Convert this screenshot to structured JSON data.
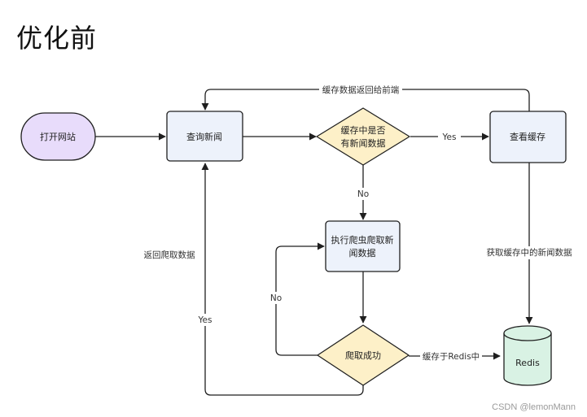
{
  "title": "优化前",
  "colors": {
    "stroke": "#1f1f1f",
    "start_fill": "#e8dcfb",
    "process_fill": "#edf2fb",
    "decision_fill": "#fdf0c8",
    "db_fill": "#d9f2e4"
  },
  "nodes": {
    "open_site": "打开网站",
    "query_news": "查询新闻",
    "decision_cache": {
      "line1": "缓存中是否",
      "line2": "有新闻数据"
    },
    "view_cache": "查看缓存",
    "crawl": {
      "line1": "执行爬虫爬取新",
      "line2": "闻数据"
    },
    "decision_crawl": "爬取成功",
    "redis": "Redis"
  },
  "edges": {
    "return_cache": "缓存数据返回给前端",
    "yes_cache": "Yes",
    "no_cache": "No",
    "get_cache_news": "获取缓存中的新闻数据",
    "return_crawl": "返回爬取数据",
    "no_crawl": "No",
    "yes_crawl": "Yes",
    "save_redis": "缓存于Redis中"
  },
  "watermark": "CSDN @lemonMann"
}
